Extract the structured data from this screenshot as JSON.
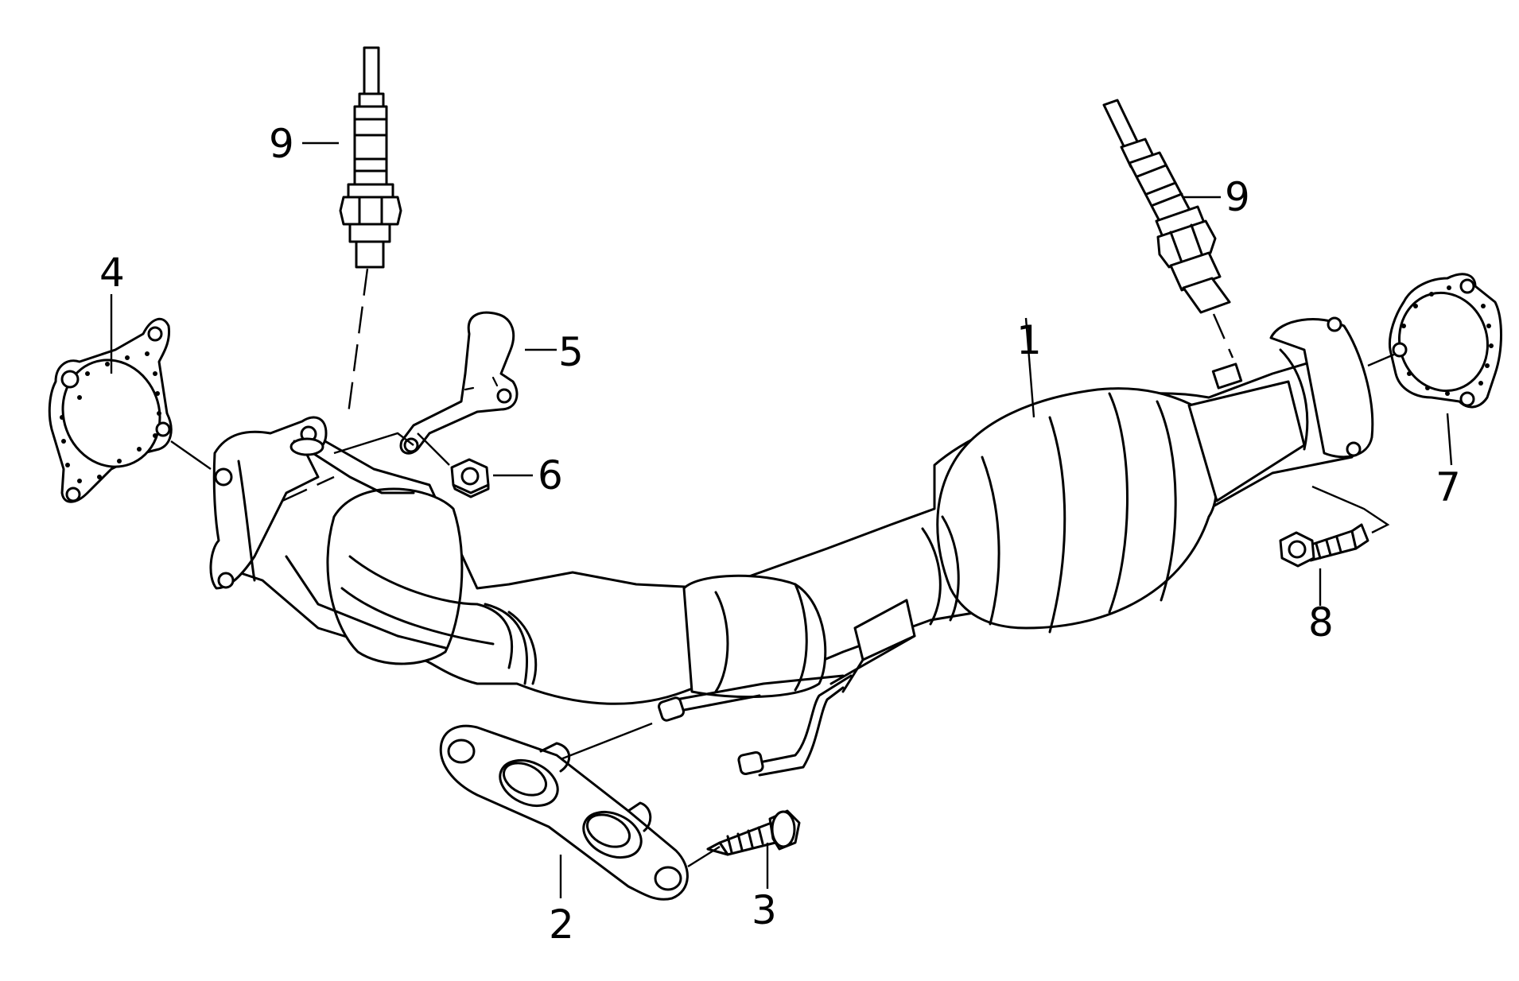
{
  "callouts": {
    "c1": "1",
    "c2": "2",
    "c3": "3",
    "c4": "4",
    "c5": "5",
    "c6": "6",
    "c7": "7",
    "c8": "8",
    "c9a": "9",
    "c9b": "9"
  },
  "colors": {
    "line": "#000000",
    "background": "#ffffff"
  }
}
